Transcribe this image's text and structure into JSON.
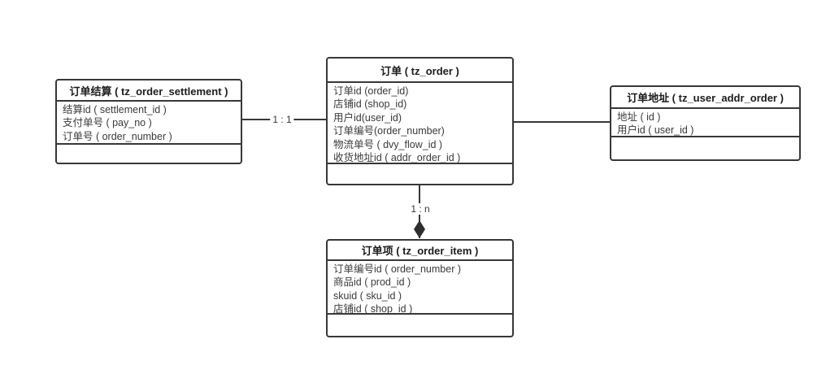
{
  "diagram": {
    "type": "er-diagram",
    "background_color": "#ffffff",
    "line_color": "#383838"
  },
  "entities": [
    {
      "id": "order-settlement",
      "title": "订单结算 ( tz_order_settlement )",
      "fields": [
        "结算id ( settlement_id )",
        "支付单号 ( pay_no )",
        "订单号 ( order_number )"
      ]
    },
    {
      "id": "order",
      "title": "订单 ( tz_order )",
      "fields": [
        "订单id (order_id)",
        "店铺id (shop_id)",
        "用户id(user_id)",
        "订单编号(order_number)",
        "物流单号 ( dvy_flow_id )",
        "收货地址id ( addr_order_id )"
      ]
    },
    {
      "id": "user-addr-order",
      "title": "订单地址 ( tz_user_addr_order )",
      "fields": [
        "地址 ( id )",
        "用户id ( user_id )"
      ]
    },
    {
      "id": "order-item",
      "title": "订单项 ( tz_order_item )",
      "fields": [
        "订单编号id ( order_number )",
        "商品id ( prod_id )",
        "skuid ( sku_id )",
        "店铺id ( shop_id )"
      ]
    }
  ],
  "connectors": [
    {
      "from": "order-settlement",
      "to": "order",
      "label": "1 : 1",
      "arrow": "none"
    },
    {
      "from": "order",
      "to": "user-addr-order",
      "label": "",
      "arrow": "none"
    },
    {
      "from": "order",
      "to": "order-item",
      "label": "1 : n",
      "arrow": "filled-diamond"
    }
  ]
}
